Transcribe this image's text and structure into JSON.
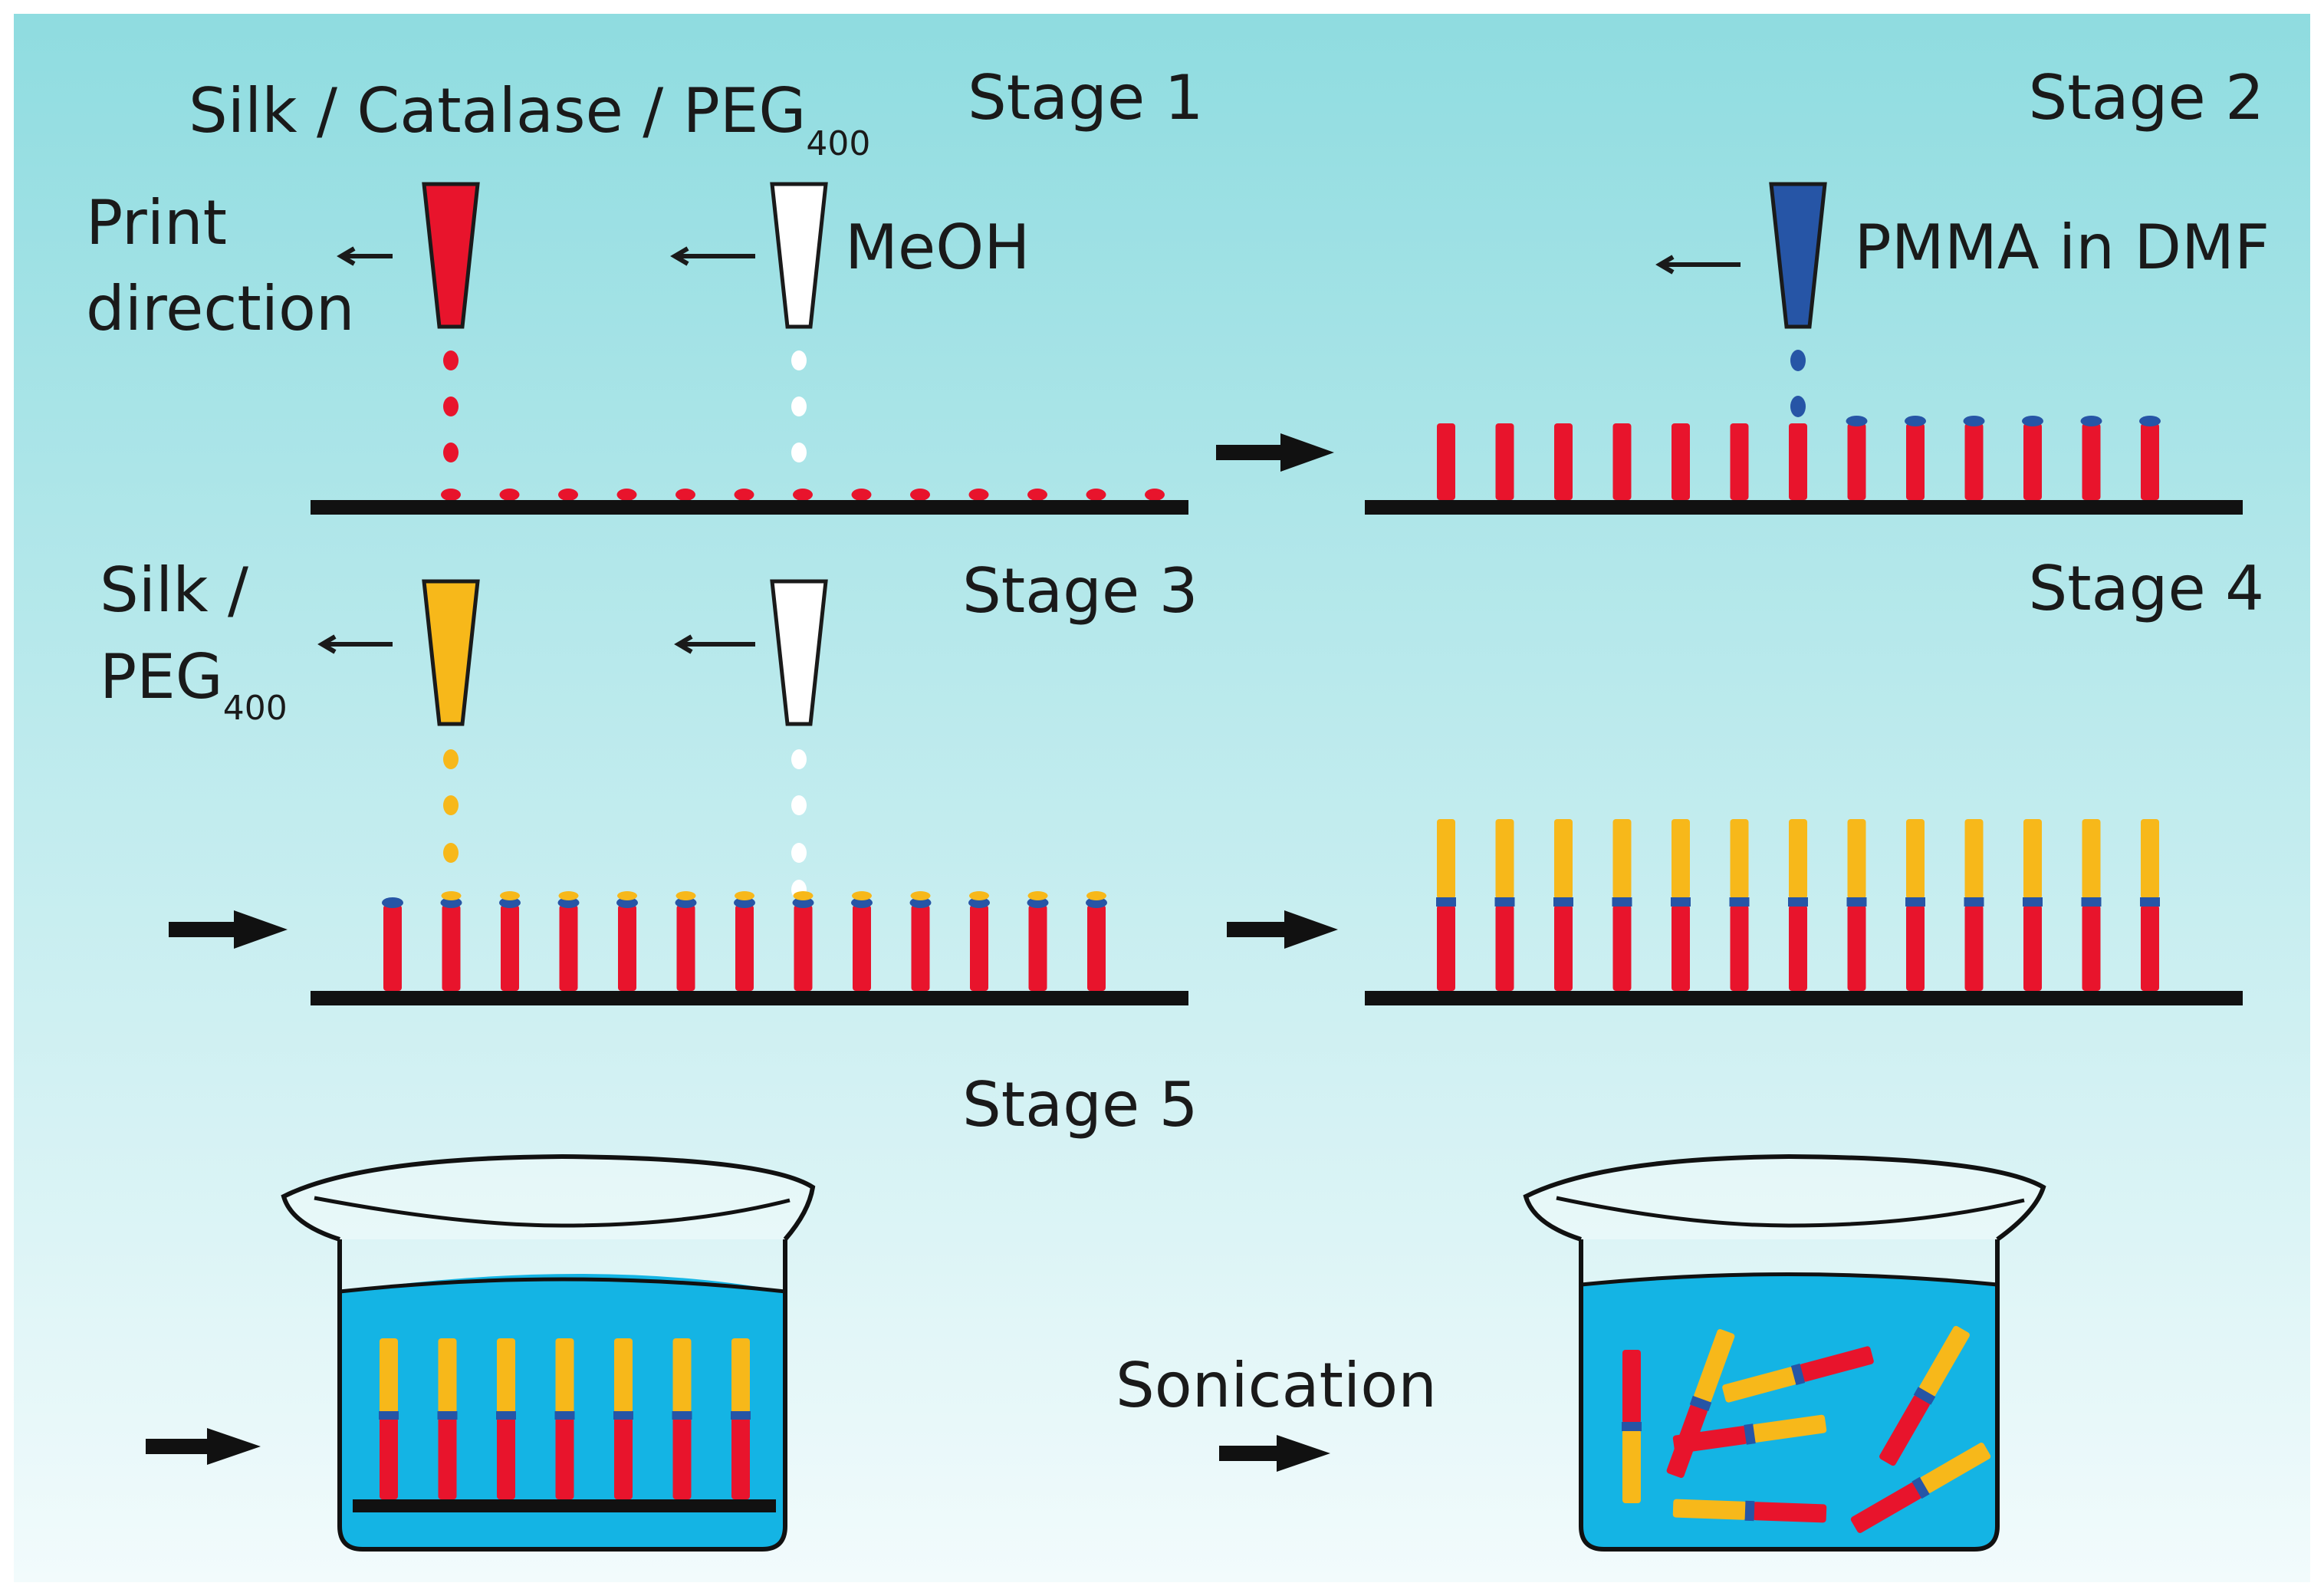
{
  "labels": {
    "stage1": "Stage 1",
    "stage2": "Stage 2",
    "stage3": "Stage 3",
    "stage4": "Stage 4",
    "stage5": "Stage 5",
    "ink1_main": "Silk / Catalase / PEG",
    "ink1_sub": "400",
    "print_direction_1": "Print",
    "print_direction_2": "direction",
    "meoh": "MeOH",
    "pmma": "PMMA in DMF",
    "ink3_line1": "Silk /",
    "ink3_main": "PEG",
    "ink3_sub": "400",
    "sonication": "Sonication"
  },
  "colors": {
    "background_top": "#8fdce0",
    "background_bottom": "#f2fbfc",
    "silk_catalase": "#e8142c",
    "silk_peg": "#f7b81a",
    "pmma": "#2655a6",
    "meoh": "#ffffff",
    "substrate": "#111111",
    "water": "#14b4e4"
  },
  "icons": [
    "arrow-icon",
    "nozzle-icon",
    "beaker-icon"
  ]
}
